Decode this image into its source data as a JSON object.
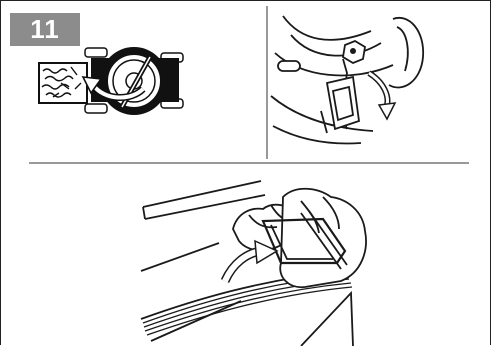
{
  "step": {
    "number": "11",
    "badge_color": "#8c8c8c"
  },
  "panels": [
    {
      "id": "top-left",
      "icon": "mower-top-view-discharge-icon"
    },
    {
      "id": "top-right",
      "icon": "discharge-cover-lift-icon"
    },
    {
      "id": "bottom",
      "icon": "grass-bag-attach-icon"
    }
  ],
  "colors": {
    "line": "#1a1a1a",
    "mower_body": "#111111",
    "divider": "#333333"
  }
}
